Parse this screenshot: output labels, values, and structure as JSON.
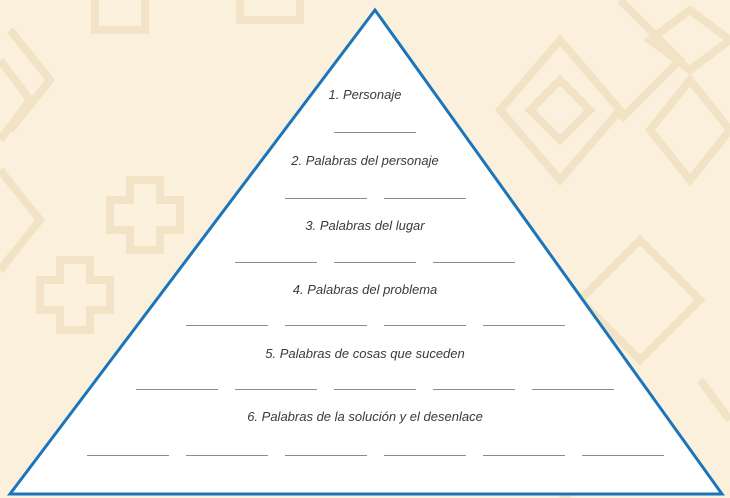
{
  "colors": {
    "background": "#fbf0dc",
    "pattern": "#f3e3c6",
    "triangle_fill": "#ffffff",
    "triangle_stroke": "#1b75bb",
    "blank_line": "#8c8c8c"
  },
  "rows": [
    {
      "label": "1. Personaje",
      "blanks": 1
    },
    {
      "label": "2. Palabras del personaje",
      "blanks": 2
    },
    {
      "label": "3. Palabras del lugar",
      "blanks": 3
    },
    {
      "label": "4. Palabras del problema",
      "blanks": 4
    },
    {
      "label": "5. Palabras de cosas que suceden",
      "blanks": 5
    },
    {
      "label": "6. Palabras de la solución y el desenlace",
      "blanks": 6
    }
  ]
}
